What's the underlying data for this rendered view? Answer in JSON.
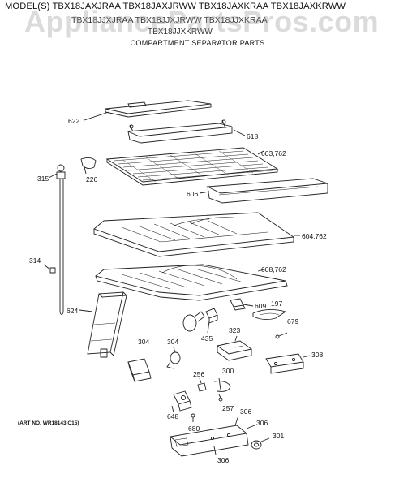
{
  "header": {
    "models_line1": "MODEL(S) TBX18JAXJRAA  TBX18JAXJRWW  TBX18JAXKRAA  TBX18JAXKRWW",
    "models_line2": "TBX18JJXJRAA  TBX18JJXJRWW  TBX18JJXKRAA",
    "models_line3": "TBX18JJXKRWW",
    "subtitle": "COMPARTMENT SEPARATOR PARTS"
  },
  "watermark": "AppliancePartsPros.com",
  "parts": {
    "p622": "622",
    "p618": "618",
    "p603_762": "603,762",
    "p315": "315",
    "p226": "226",
    "p606": "606",
    "p604_762": "604,762",
    "p314": "314",
    "p608_762": "608,762",
    "p609": "609",
    "p197": "197",
    "p624": "624",
    "p679": "679",
    "p304a": "304",
    "p304b": "304",
    "p435": "435",
    "p323": "323",
    "p308": "308",
    "p256": "256",
    "p300": "300",
    "p257": "257",
    "p648": "648",
    "p680": "680",
    "p306a": "306",
    "p306b": "306",
    "p306c": "306",
    "p301": "301"
  },
  "footer": {
    "art_no": "(ART NO. WR18143 C15)"
  }
}
